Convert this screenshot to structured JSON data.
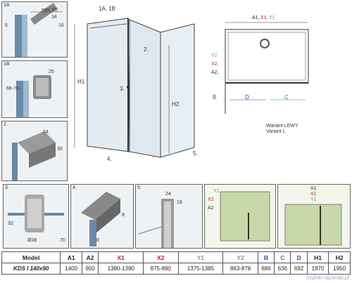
{
  "detail_labels": {
    "d1a": "1A",
    "d1b": "1B",
    "d2": "2.",
    "d3": "3.",
    "d4": "4.",
    "d5": "5.",
    "d3b": "3.",
    "d4b": "4."
  },
  "detail_dims": {
    "d1a_min": "min. 90",
    "d1a_34": "34",
    "d1a_16": "16",
    "d1a_6": "6",
    "d1b_25": "25",
    "d1b_range": "66-76",
    "d2_24": "24",
    "d2_35": "35",
    "d3_32": "32",
    "d3_dia": "Ø38",
    "d3_70": "70",
    "d4_8a": "8",
    "d4_8b": "8",
    "d5_24": "24",
    "d5_18": "18"
  },
  "main_labels": {
    "a1b": "1A, 1B",
    "n2": "2.",
    "n3": "3.",
    "n4": "4.",
    "n5": "5.",
    "h1": "H1",
    "h2": "H2"
  },
  "plan": {
    "a1": "A1,",
    "x1": "X1,",
    "y1": "Y1",
    "a2": "A2,",
    "x2": "X2,",
    "y2": "Y2",
    "b": "B",
    "c": "C",
    "d": "D",
    "variant1": "Wariant LEWY",
    "variant2": "Variant L"
  },
  "small_plans": {
    "p1_a2": "A2",
    "p1_x2": "X2",
    "p1_y2": "Y2",
    "p2_a1": "A1",
    "p2_x1": "X1",
    "p2_y1": "Y1"
  },
  "table": {
    "headers": [
      "Model",
      "A1",
      "A2",
      "X1",
      "X2",
      "Y1",
      "Y2",
      "B",
      "C",
      "D",
      "H1",
      "H2"
    ],
    "header_colors": [
      "#222222",
      "#222222",
      "#222222",
      "#c0202a",
      "#c0202a",
      "#8a8a8a",
      "#8a8a8a",
      "#1d4fa3",
      "#2e8a3a",
      "#5a2d8a",
      "#222222",
      "#222222"
    ],
    "row": [
      "KDS I 140x90",
      "1400",
      "900",
      "1380-1390",
      "875-890",
      "1375-1385",
      "863-878",
      "686",
      "636",
      "692",
      "1970",
      "1950"
    ]
  },
  "watermark": "mylnki-lazienki.pl"
}
